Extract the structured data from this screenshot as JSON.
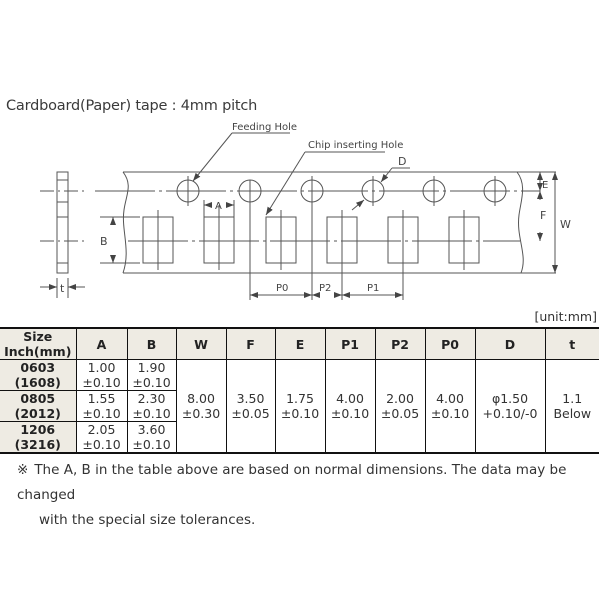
{
  "title": "Cardboard(Paper) tape : 4mm pitch",
  "diagram": {
    "labels": {
      "feeding_hole": "Feeding Hole",
      "chip_inserting_hole": "Chip inserting Hole",
      "D": "D",
      "A": "A",
      "B": "B",
      "E": "E",
      "F": "F",
      "W": "W",
      "t": "t",
      "P0": "P0",
      "P1": "P1",
      "P2": "P2"
    }
  },
  "unit": "[unit:mm]",
  "table": {
    "headers": [
      "Size\nInch(mm)",
      "A",
      "B",
      "W",
      "F",
      "E",
      "P1",
      "P2",
      "P0",
      "D",
      "t"
    ],
    "size_header_line1": "Size",
    "size_header_line2": "Inch(mm)",
    "rows": [
      {
        "size_inch": "0603",
        "size_mm": "(1608)",
        "A": "1.00",
        "A_tol": "±0.10",
        "B": "1.90",
        "B_tol": "±0.10"
      },
      {
        "size_inch": "0805",
        "size_mm": "(2012)",
        "A": "1.55",
        "A_tol": "±0.10",
        "B": "2.30",
        "B_tol": "±0.10"
      },
      {
        "size_inch": "1206",
        "size_mm": "(3216)",
        "A": "2.05",
        "A_tol": "±0.10",
        "B": "3.60",
        "B_tol": "±0.10"
      }
    ],
    "common": {
      "W": "8.00",
      "W_tol": "±0.30",
      "F": "3.50",
      "F_tol": "±0.05",
      "E": "1.75",
      "E_tol": "±0.10",
      "P1": "4.00",
      "P1_tol": "±0.10",
      "P2": "2.00",
      "P2_tol": "±0.05",
      "P0": "4.00",
      "P0_tol": "±0.10",
      "D": "φ1.50",
      "D_tol": "+0.10/-0",
      "t": "1.1",
      "t_note": "Below"
    }
  },
  "note": {
    "mark": "※",
    "line1": "The A, B in the table above are based on normal dimensions. The data may be changed",
    "line2": "with the special size tolerances."
  }
}
